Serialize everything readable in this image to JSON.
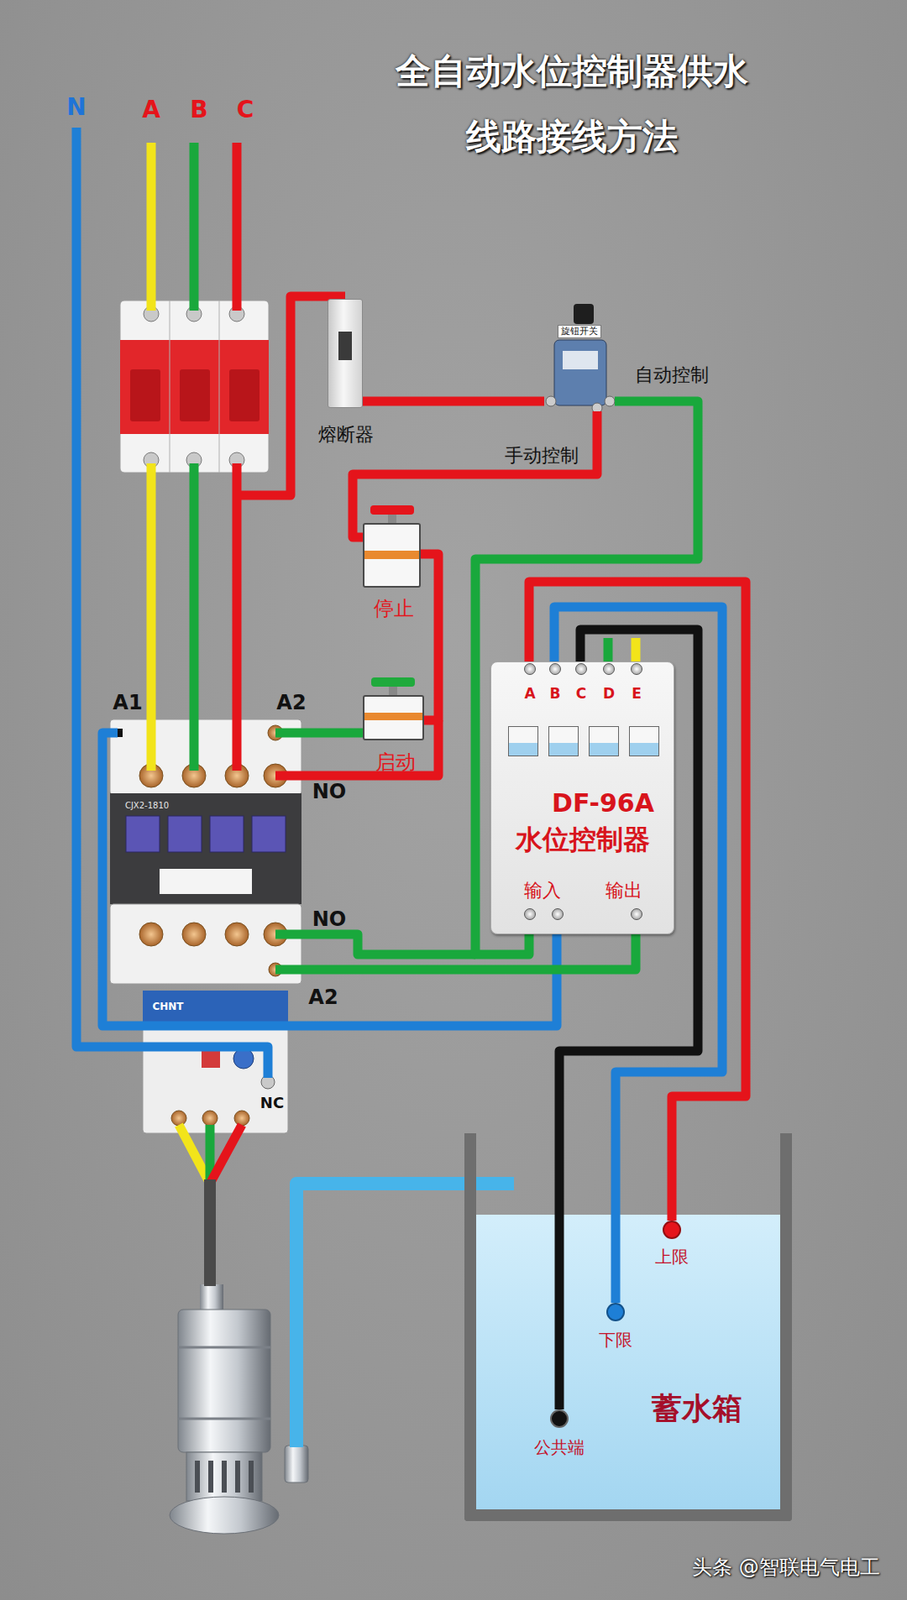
{
  "diagram": {
    "title": "全自动水位控制器供水 线路接线方法",
    "nodes": [
      {
        "text": [
          "熔断器"
        ]
      },
      {
        "text": [
          "旋钮开关"
        ]
      },
      {
        "text": [
          "停止"
        ]
      },
      {
        "text": [
          "启动"
        ]
      },
      {
        "text": [
          "A",
          "B",
          "C",
          "D",
          "E",
          "DF-96A",
          "水位控制器",
          "输入",
          "输出"
        ]
      },
      {
        "text": [
          "蓄水箱"
        ]
      },
      {
        "text": [
          "上限"
        ],
        "in": 5
      },
      {
        "text": [
          "下限"
        ],
        "in": 5
      },
      {
        "text": [
          "公共端"
        ],
        "in": 5
      }
    ],
    "edges": [
      {
        "from": 0,
        "to": 1,
        "arrow": "none"
      },
      {
        "from": 1,
        "to": 2,
        "arrow": "none"
      },
      {
        "from": 2,
        "to": 3,
        "arrow": "none"
      },
      {
        "from": 1,
        "to": 4,
        "arrow": "none"
      },
      {
        "from": 4,
        "to": 6,
        "arrow": "none"
      },
      {
        "from": 4,
        "to": 7,
        "arrow": "none"
      },
      {
        "from": 4,
        "to": 8,
        "arrow": "none"
      }
    ],
    "labels": [
      "N",
      "A",
      "B",
      "C",
      "自动控制",
      "手动控制",
      "A1",
      "A2",
      "NO",
      "NO",
      "A2",
      "NC",
      "CJX2-1810",
      "CHNT",
      "头条 @智联电气电工"
    ]
  }
}
